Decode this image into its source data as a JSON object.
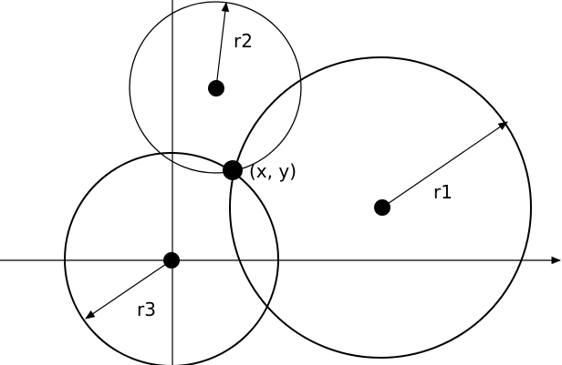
{
  "labels": {
    "r1": "r1",
    "r2": "r2",
    "r3": "r3",
    "point": "(x, y)"
  },
  "colors": {
    "stroke": "#000000",
    "background": "#ffffff"
  }
}
